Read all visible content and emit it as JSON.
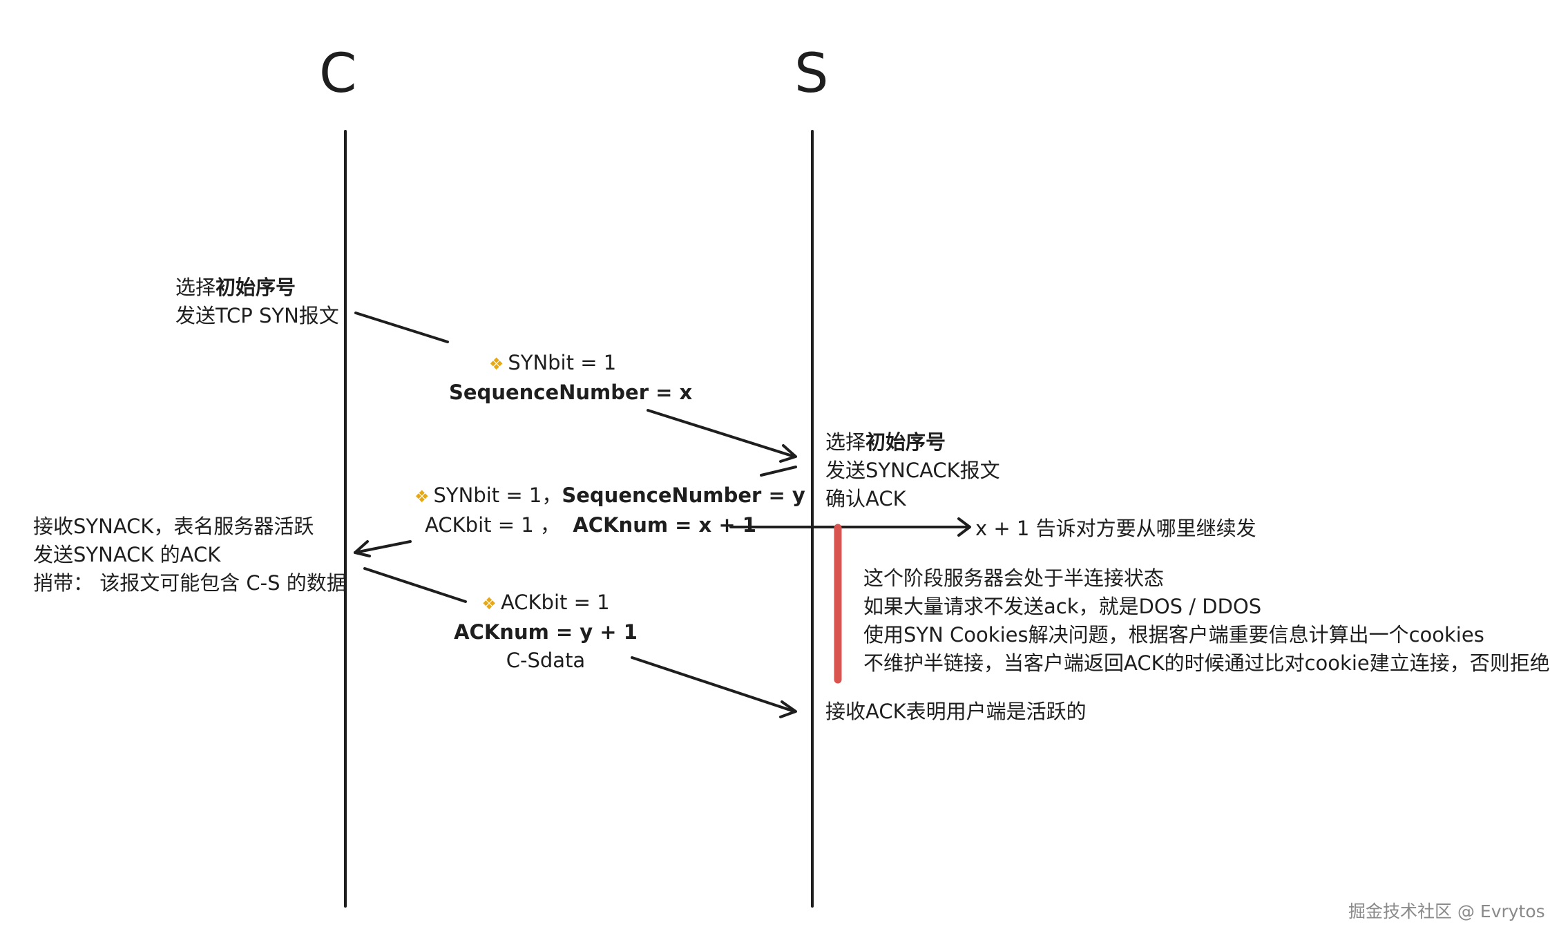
{
  "lanes": {
    "client": "C",
    "server": "S"
  },
  "step1": {
    "client_note": {
      "line1_prefix": "选择",
      "line1_bold": "初始序号",
      "line2": "发送TCP SYN报文"
    },
    "packet": {
      "icon": "handshake-icon",
      "line1": "SYNbit = 1",
      "line2": "SequenceNumber = x"
    }
  },
  "step2": {
    "server_note": {
      "line1_prefix": "选择",
      "line1_bold": "初始序号",
      "line2": "发送SYNCACK报文",
      "line3": "确认ACK"
    },
    "packet": {
      "icon": "handshake-icon",
      "line1_a": "SYNbit = 1，",
      "line1_b": "SequenceNumber = y",
      "line2_a": "ACKbit = 1 ，",
      "line2_b": "ACKnum  =  x + 1"
    },
    "ack_callout": "x + 1 告诉对方要从哪里继续发",
    "half_open_note": {
      "line1": "这个阶段服务器会处于半连接状态",
      "line2": "如果大量请求不发送ack，就是DOS / DDOS",
      "line3": "使用SYN Cookies解决问题，根据客户端重要信息计算出一个cookies",
      "line4": "不维护半链接，当客户端返回ACK的时候通过比对cookie建立连接，否则拒绝"
    }
  },
  "step3": {
    "client_note": {
      "line1": "接收SYNACK，表名服务器活跃",
      "line2": "发送SYNACK 的ACK",
      "line3": "捎带：  该报文可能包含 C-S 的数据"
    },
    "packet": {
      "icon": "handshake-icon",
      "line1": "ACKbit = 1",
      "line2": "ACKnum  = y + 1",
      "line3": "C-Sdata"
    },
    "server_note": "接收ACK表明用户端是活跃的"
  },
  "watermark": "掘金技术社区 @ Evrytos",
  "colors": {
    "ink": "#1e1e1e",
    "highlight": "#d9534f",
    "emoji": "#e6a817",
    "watermark": "#8a8a8a"
  }
}
